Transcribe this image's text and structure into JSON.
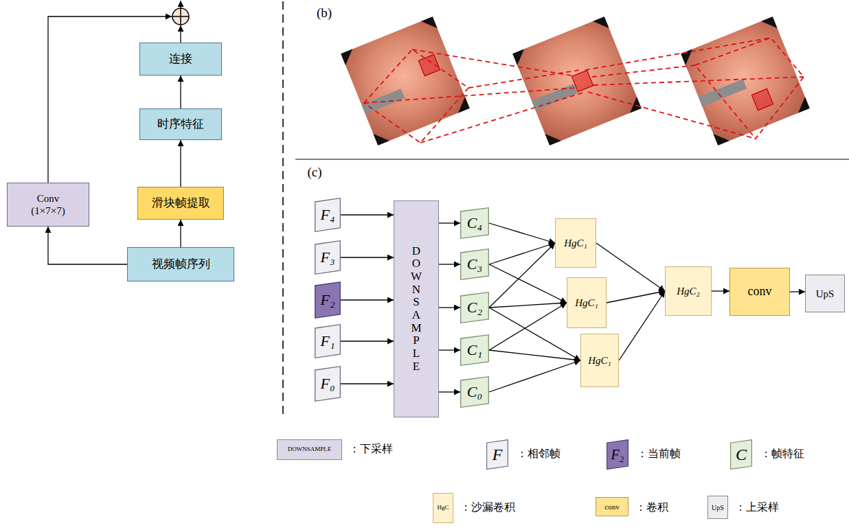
{
  "diagram": {
    "nodes": [
      {
        "text": [
          "视频帧序列"
        ]
      },
      {
        "text": [
          "滑块帧提取"
        ]
      },
      {
        "text": [
          "时序特征"
        ]
      },
      {
        "text": [
          "连接"
        ]
      },
      {
        "text": [
          "Conv (1×7×7)"
        ]
      },
      {
        "text": [
          "F₄"
        ]
      },
      {
        "text": [
          "F₃"
        ]
      },
      {
        "text": [
          "F₂"
        ]
      },
      {
        "text": [
          "F₁"
        ]
      },
      {
        "text": [
          "F₀"
        ]
      },
      {
        "text": [
          "DOWNSAMPLE"
        ]
      },
      {
        "text": [
          "C₄"
        ]
      },
      {
        "text": [
          "C₃"
        ]
      },
      {
        "text": [
          "C₂"
        ]
      },
      {
        "text": [
          "C₁"
        ]
      },
      {
        "text": [
          "C₀"
        ]
      },
      {
        "text": [
          "HgC₁"
        ]
      },
      {
        "text": [
          "HgC₁"
        ]
      },
      {
        "text": [
          "HgC₁"
        ]
      },
      {
        "text": [
          "HgC₂"
        ]
      },
      {
        "text": [
          "conv"
        ]
      },
      {
        "text": [
          "UpS"
        ]
      }
    ],
    "edges": [
      {
        "from": 0,
        "to": 1,
        "arrow": "to"
      },
      {
        "from": 1,
        "to": 2,
        "arrow": "to"
      },
      {
        "from": 2,
        "to": 3,
        "arrow": "to"
      },
      {
        "from": 0,
        "to": 4,
        "arrow": "to"
      },
      {
        "from": 5,
        "to": 10,
        "arrow": "to"
      },
      {
        "from": 6,
        "to": 10,
        "arrow": "to"
      },
      {
        "from": 7,
        "to": 10,
        "arrow": "to"
      },
      {
        "from": 8,
        "to": 10,
        "arrow": "to"
      },
      {
        "from": 9,
        "to": 10,
        "arrow": "to"
      },
      {
        "from": 10,
        "to": 11,
        "arrow": "to"
      },
      {
        "from": 10,
        "to": 12,
        "arrow": "to"
      },
      {
        "from": 10,
        "to": 13,
        "arrow": "to"
      },
      {
        "from": 10,
        "to": 14,
        "arrow": "to"
      },
      {
        "from": 10,
        "to": 15,
        "arrow": "to"
      },
      {
        "from": 11,
        "to": 16,
        "arrow": "to"
      },
      {
        "from": 12,
        "to": 16,
        "arrow": "to"
      },
      {
        "from": 12,
        "to": 17,
        "arrow": "to"
      },
      {
        "from": 13,
        "to": 16,
        "arrow": "to"
      },
      {
        "from": 13,
        "to": 17,
        "arrow": "to"
      },
      {
        "from": 13,
        "to": 18,
        "arrow": "to"
      },
      {
        "from": 14,
        "to": 17,
        "arrow": "to"
      },
      {
        "from": 14,
        "to": 18,
        "arrow": "to"
      },
      {
        "from": 15,
        "to": 18,
        "arrow": "to"
      },
      {
        "from": 16,
        "to": 19,
        "arrow": "to"
      },
      {
        "from": 17,
        "to": 19,
        "arrow": "to"
      },
      {
        "from": 18,
        "to": 19,
        "arrow": "to"
      },
      {
        "from": 19,
        "to": 20,
        "arrow": "to"
      },
      {
        "from": 20,
        "to": 21,
        "arrow": "to"
      }
    ],
    "labels": [
      "(b)",
      "(c)",
      "DOWNSAMPLE",
      "F",
      "F₂",
      "C",
      "HgC",
      "conv",
      "UpS"
    ],
    "legend": [
      {
        "text": "：下采样",
        "color": "#ddd8e8"
      },
      {
        "text": "：相邻帧",
        "color": "#f0eff5"
      },
      {
        "text": "：当前帧",
        "color": "#8a74b2"
      },
      {
        "text": "：帧特征",
        "color": "#e2efda"
      },
      {
        "text": "：沙漏卷积",
        "color": "#fff2cc"
      },
      {
        "text": "：卷积",
        "color": "#ffe38f"
      },
      {
        "text": "：上采样",
        "color": "#ececf2"
      }
    ]
  }
}
